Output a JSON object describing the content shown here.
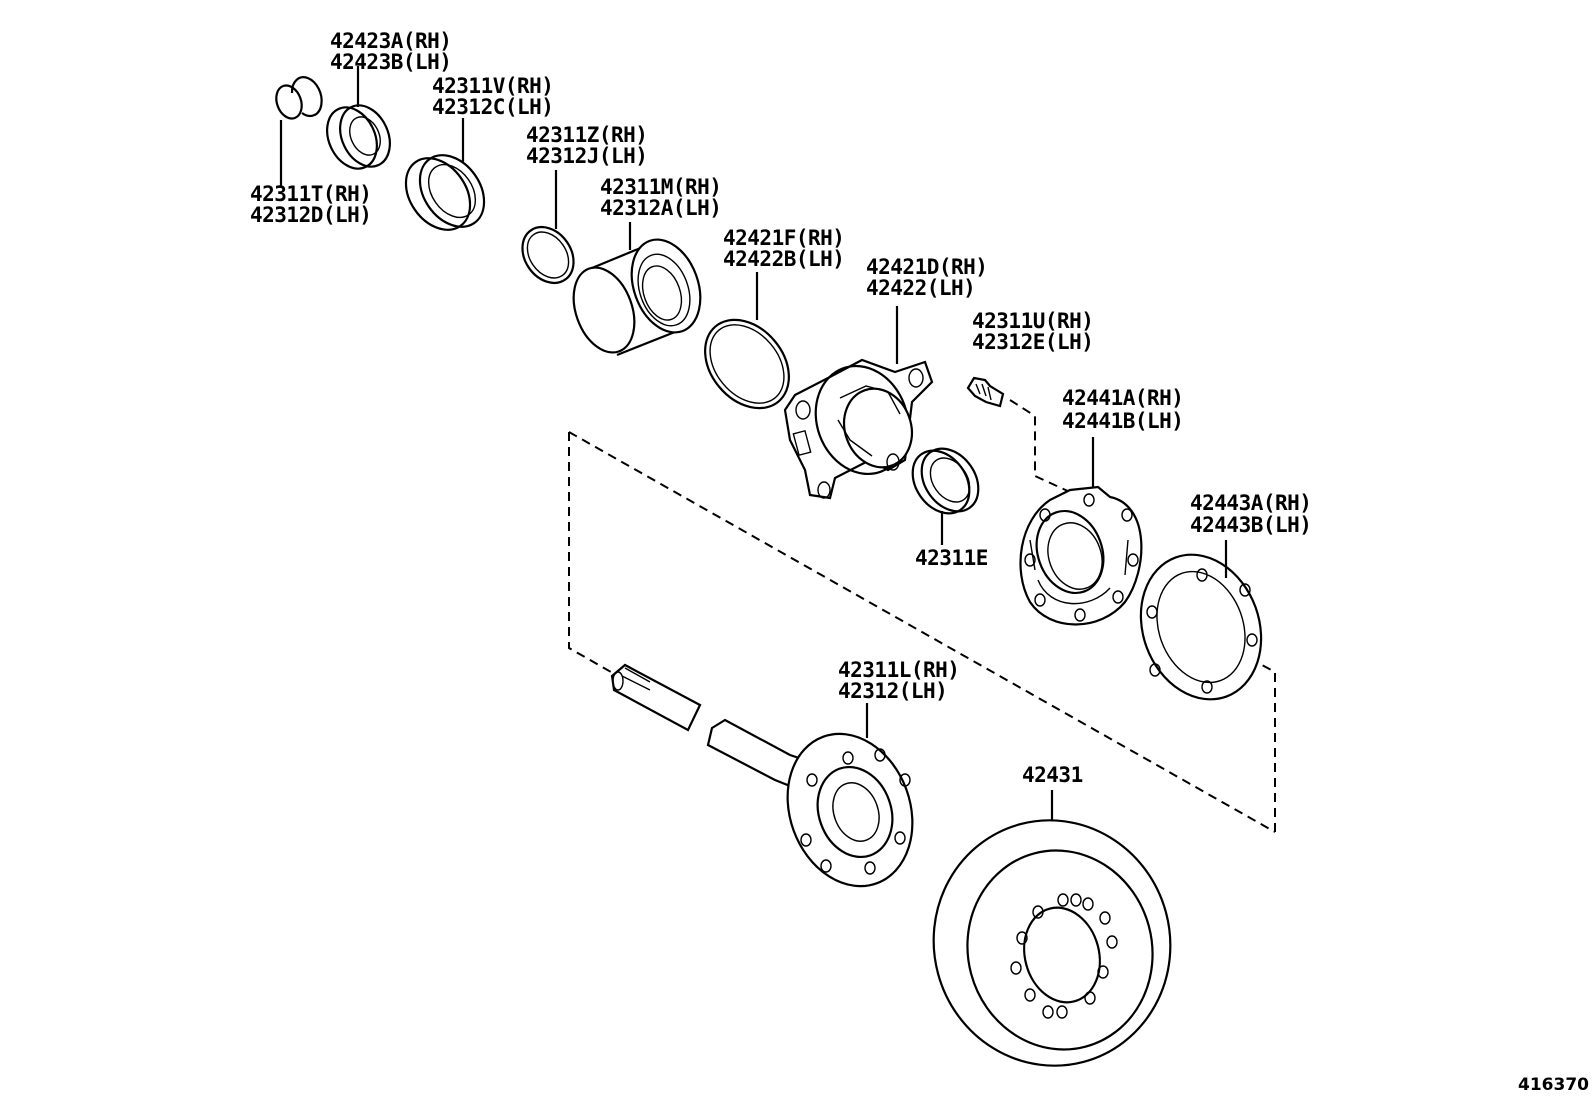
{
  "diagram": {
    "reference_number": "416370",
    "parts": [
      {
        "id": "snap-ring",
        "codes": [
          "42311T(RH)",
          "42312D(LH)"
        ]
      },
      {
        "id": "bearing-cone",
        "codes": [
          "42423A(RH)",
          "42423B(LH)"
        ]
      },
      {
        "id": "oil-seal-outer",
        "codes": [
          "42311V(RH)",
          "42312C(LH)"
        ]
      },
      {
        "id": "spacer-ring",
        "codes": [
          "42311Z(RH)",
          "42312J(LH)"
        ]
      },
      {
        "id": "hub-bearing",
        "codes": [
          "42311M(RH)",
          "42312A(LH)"
        ]
      },
      {
        "id": "o-ring",
        "codes": [
          "42421F(RH)",
          "42422B(LH)"
        ]
      },
      {
        "id": "bearing-retainer",
        "codes": [
          "42421D(RH)",
          "42422(LH)"
        ]
      },
      {
        "id": "hub-bolt",
        "codes": [
          "42311U(RH)",
          "42312E(LH)"
        ]
      },
      {
        "id": "inner-seal",
        "codes": [
          "42311E"
        ]
      },
      {
        "id": "backing-plate",
        "codes": [
          "42441A(RH)",
          "42441B(LH)"
        ]
      },
      {
        "id": "plate-gasket",
        "codes": [
          "42443A(RH)",
          "42443B(LH)"
        ]
      },
      {
        "id": "axle-shaft",
        "codes": [
          "42311L(RH)",
          "42312(LH)"
        ]
      },
      {
        "id": "disc-rotor",
        "codes": [
          "42431"
        ]
      }
    ]
  }
}
